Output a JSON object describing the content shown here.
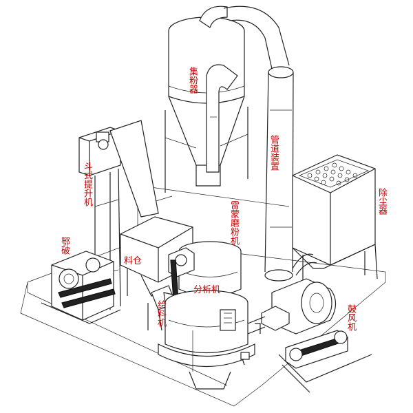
{
  "colors": {
    "label": "#c00000",
    "line": "#222222"
  },
  "labels": {
    "collector": "集粉器",
    "pipe": "管道装置",
    "dust": "除尘器",
    "elevator": "斗式提升机",
    "mill": "雷蒙磨粉机",
    "crusher": "鄂破",
    "bin": "料仓",
    "separator": "分析机",
    "feeder": "给料机",
    "blower": "鼓风机"
  }
}
